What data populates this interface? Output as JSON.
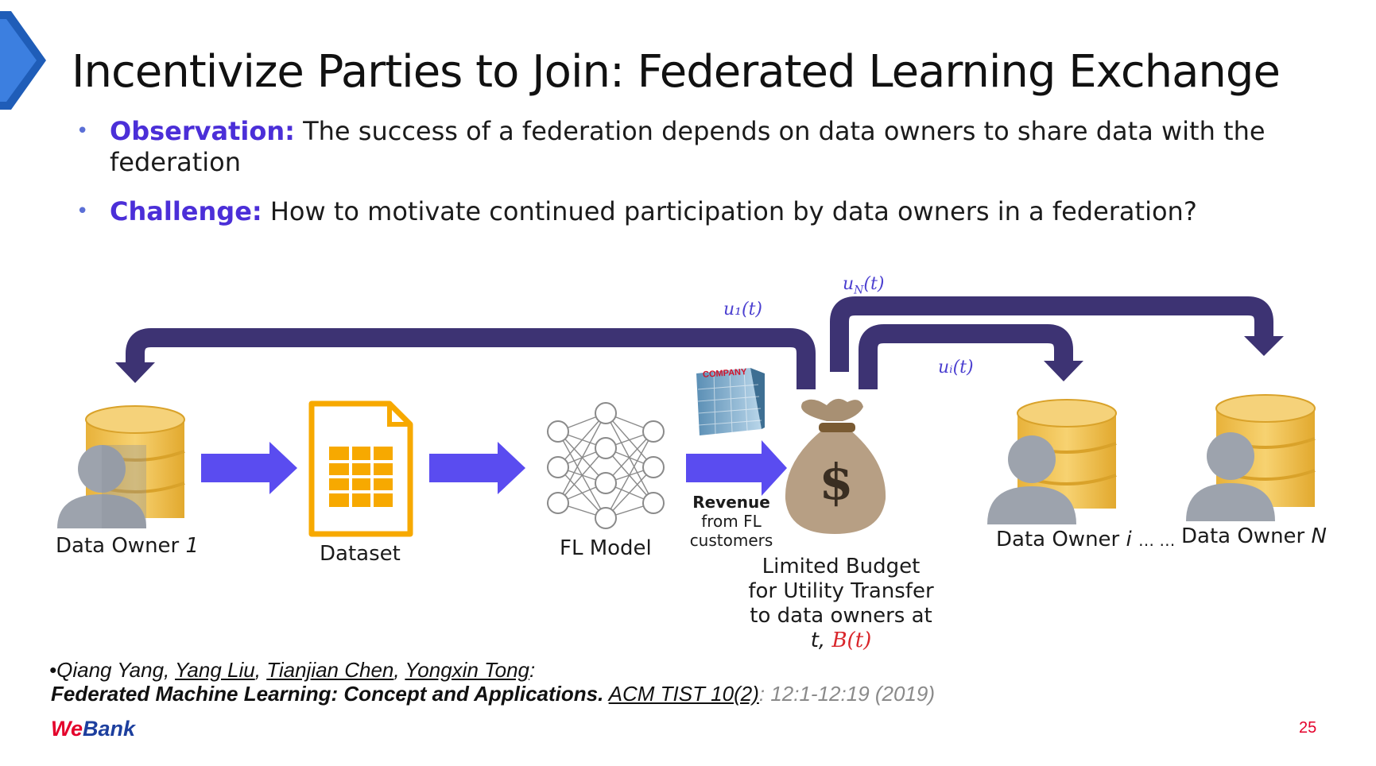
{
  "slide": {
    "title": "Incentivize Parties to Join: Federated Learning Exchange",
    "bullets": [
      {
        "keyword": "Observation:",
        "line1": " The success of a federation depends on data owners to share data with the",
        "line2": "federation"
      },
      {
        "keyword": "Challenge:",
        "line1": "  How to motivate continued participation by data owners in a federation?"
      }
    ],
    "diagram": {
      "data_owner_1": "Data Owner ",
      "data_owner_1_idx": "1",
      "dataset": "Dataset",
      "fl_model": "FL Model",
      "revenue_bold": "Revenue",
      "revenue_line2": "from FL",
      "revenue_line3": "customers",
      "company_sign": "COMPANY",
      "budget_line1": "Limited Budget",
      "budget_line2": "for Utility Transfer",
      "budget_line3": "to data owners at",
      "budget_t": "t, ",
      "budget_bt": "B(t)",
      "data_owner_i": "Data Owner ",
      "data_owner_i_idx": "i",
      "ellipsis": "… …",
      "data_owner_n": "Data Owner ",
      "data_owner_n_idx": "N",
      "u1": "u₁(t)",
      "un": "u_N(t)",
      "ui": "uᵢ(t)"
    },
    "reference": {
      "bullet": "•",
      "author1": "Qiang Yang, ",
      "author2": "Yang Liu",
      "sep1": ", ",
      "author3": "Tianjian Chen",
      "sep2": ", ",
      "author4": "Yongxin Tong",
      "colon1": ":",
      "paper_title": "Federated Machine Learning: Concept and Applications.",
      "venue": "ACM TIST 10(2)",
      "pages": ": 12:1-12:19 (2019)"
    },
    "logo": "WeBank",
    "page_number": "25"
  },
  "colors": {
    "arrow_blue": "#5a4cf0",
    "arrow_dark": "#3d3373",
    "keyword": "#4b2fd8",
    "accent_bar": "#1f5db8",
    "logo_red": "#e4002b",
    "logo_blue": "#1d3f9e",
    "db_gold": "#f2c14e",
    "person_grey": "#9da3ad"
  },
  "icons": [
    "database-person-icon",
    "spreadsheet-icon",
    "neural-network-icon",
    "company-building-icon",
    "money-bag-icon",
    "arrow-right-icon",
    "return-arrow-icon"
  ]
}
